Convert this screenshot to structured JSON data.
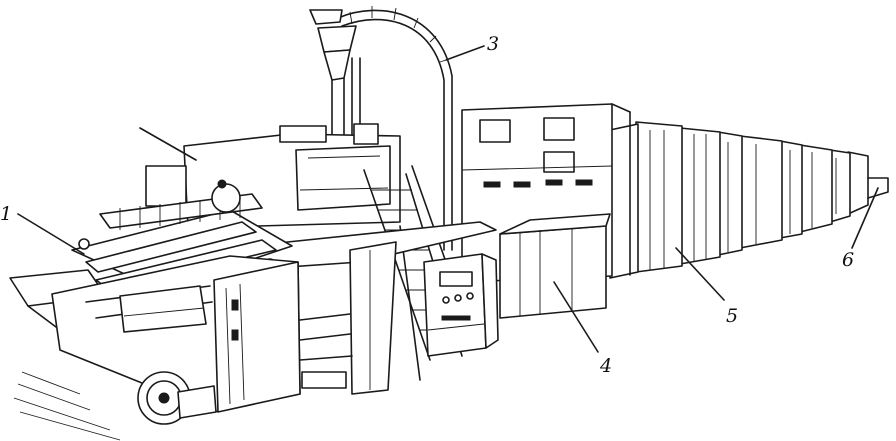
{
  "callouts": [
    {
      "id": "1",
      "text": "1"
    },
    {
      "id": "2",
      "text": ""
    },
    {
      "id": "3",
      "text": "3"
    },
    {
      "id": "4",
      "text": "4"
    },
    {
      "id": "5",
      "text": "5"
    },
    {
      "id": "6",
      "text": "6"
    }
  ],
  "colors": {
    "ink": "#1a1a1a",
    "paper": "#ffffff"
  }
}
